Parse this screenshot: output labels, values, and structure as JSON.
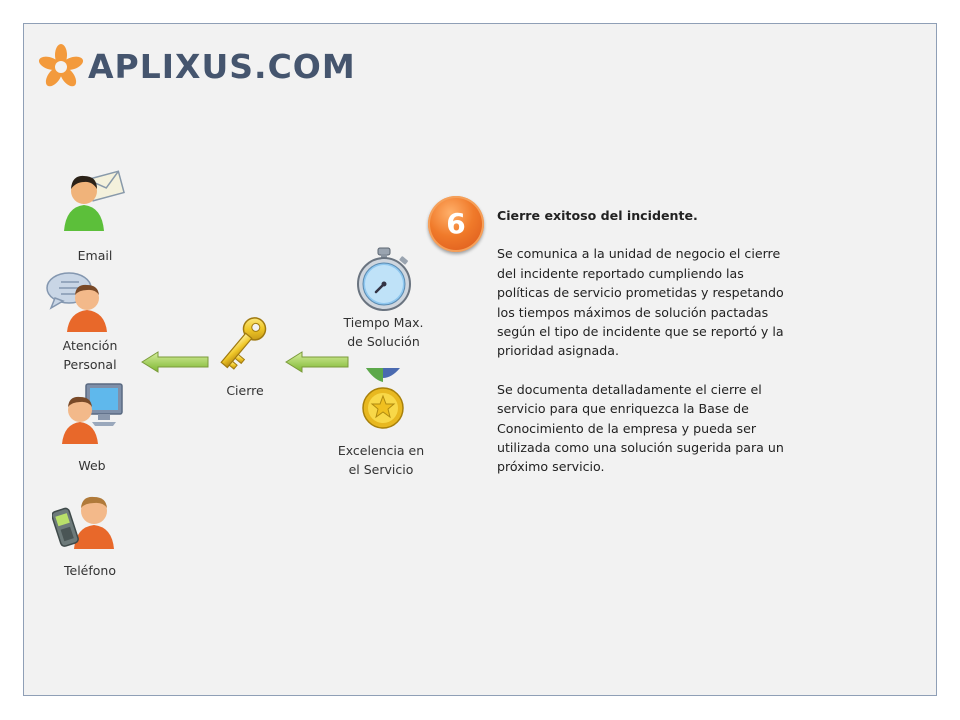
{
  "header": {
    "logo_text": "APLIXUS.COM"
  },
  "channels": [
    {
      "label": "Email"
    },
    {
      "label": "Atención Personal"
    },
    {
      "label": "Web"
    },
    {
      "label": "Teléfono"
    }
  ],
  "flow": {
    "closure_label": "Cierre",
    "max_time_label": "Tiempo Max. de Solución",
    "excellence_label": "Excelencia en el Servicio"
  },
  "step": {
    "number": "6",
    "title": "Cierre exitoso del incidente.",
    "paragraph1": "Se comunica a la unidad de negocio el cierre del incidente reportado cumpliendo las políticas de servicio prometidas y respetando los tiempos máximos de solución pactadas según el tipo de incidente que se reportó y la prioridad asignada.",
    "paragraph2": "Se documenta detalladamente el cierre el servicio para que enriquezca la Base de Conocimiento de la empresa y pueda ser utilizada como una solución sugerida para un próximo servicio."
  },
  "colors": {
    "accent": "#f07a2a",
    "logo": "#45556e",
    "arrow": "#8cc63f"
  }
}
